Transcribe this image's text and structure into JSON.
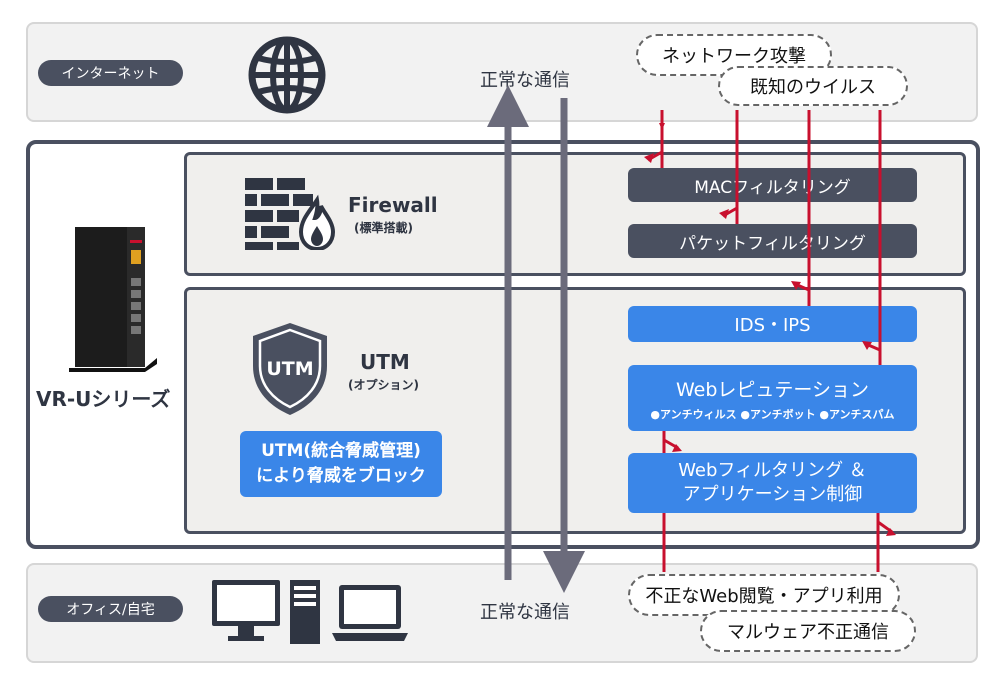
{
  "zones": {
    "internet": {
      "label": "インターネット"
    },
    "office": {
      "label": "オフィス/自宅"
    }
  },
  "traffic": {
    "normal_top": "正常な通信",
    "normal_bottom": "正常な通信"
  },
  "threats_top": [
    "ネットワーク攻撃",
    "既知のウイルス"
  ],
  "threats_bottom": [
    "不正なWeb閲覧・アプリ利用",
    "マルウェア不正通信"
  ],
  "device": {
    "name": "VR-Uシリーズ"
  },
  "firewall": {
    "title": "Firewall",
    "subtitle": "(標準搭載)",
    "filters": [
      "MACフィルタリング",
      "パケットフィルタリング"
    ]
  },
  "utm": {
    "shield_text": "UTM",
    "title": "UTM",
    "subtitle": "(オプション)",
    "block_line1": "UTM(統合脅威管理)",
    "block_line2": "により脅威をブロック",
    "ids_ips": "IDS・IPS",
    "web_reputation": {
      "title": "Webレピュテーション",
      "features": "●アンチウィルス ●アンチボット ●アンチスパム"
    },
    "web_filter": {
      "line1": "Webフィルタリング ＆",
      "line2": "アプリケーション制御"
    }
  },
  "colors": {
    "dark": "#4a5060",
    "blue": "#3a86e8",
    "red": "#c8102e",
    "flow": "#6b6b7b"
  }
}
